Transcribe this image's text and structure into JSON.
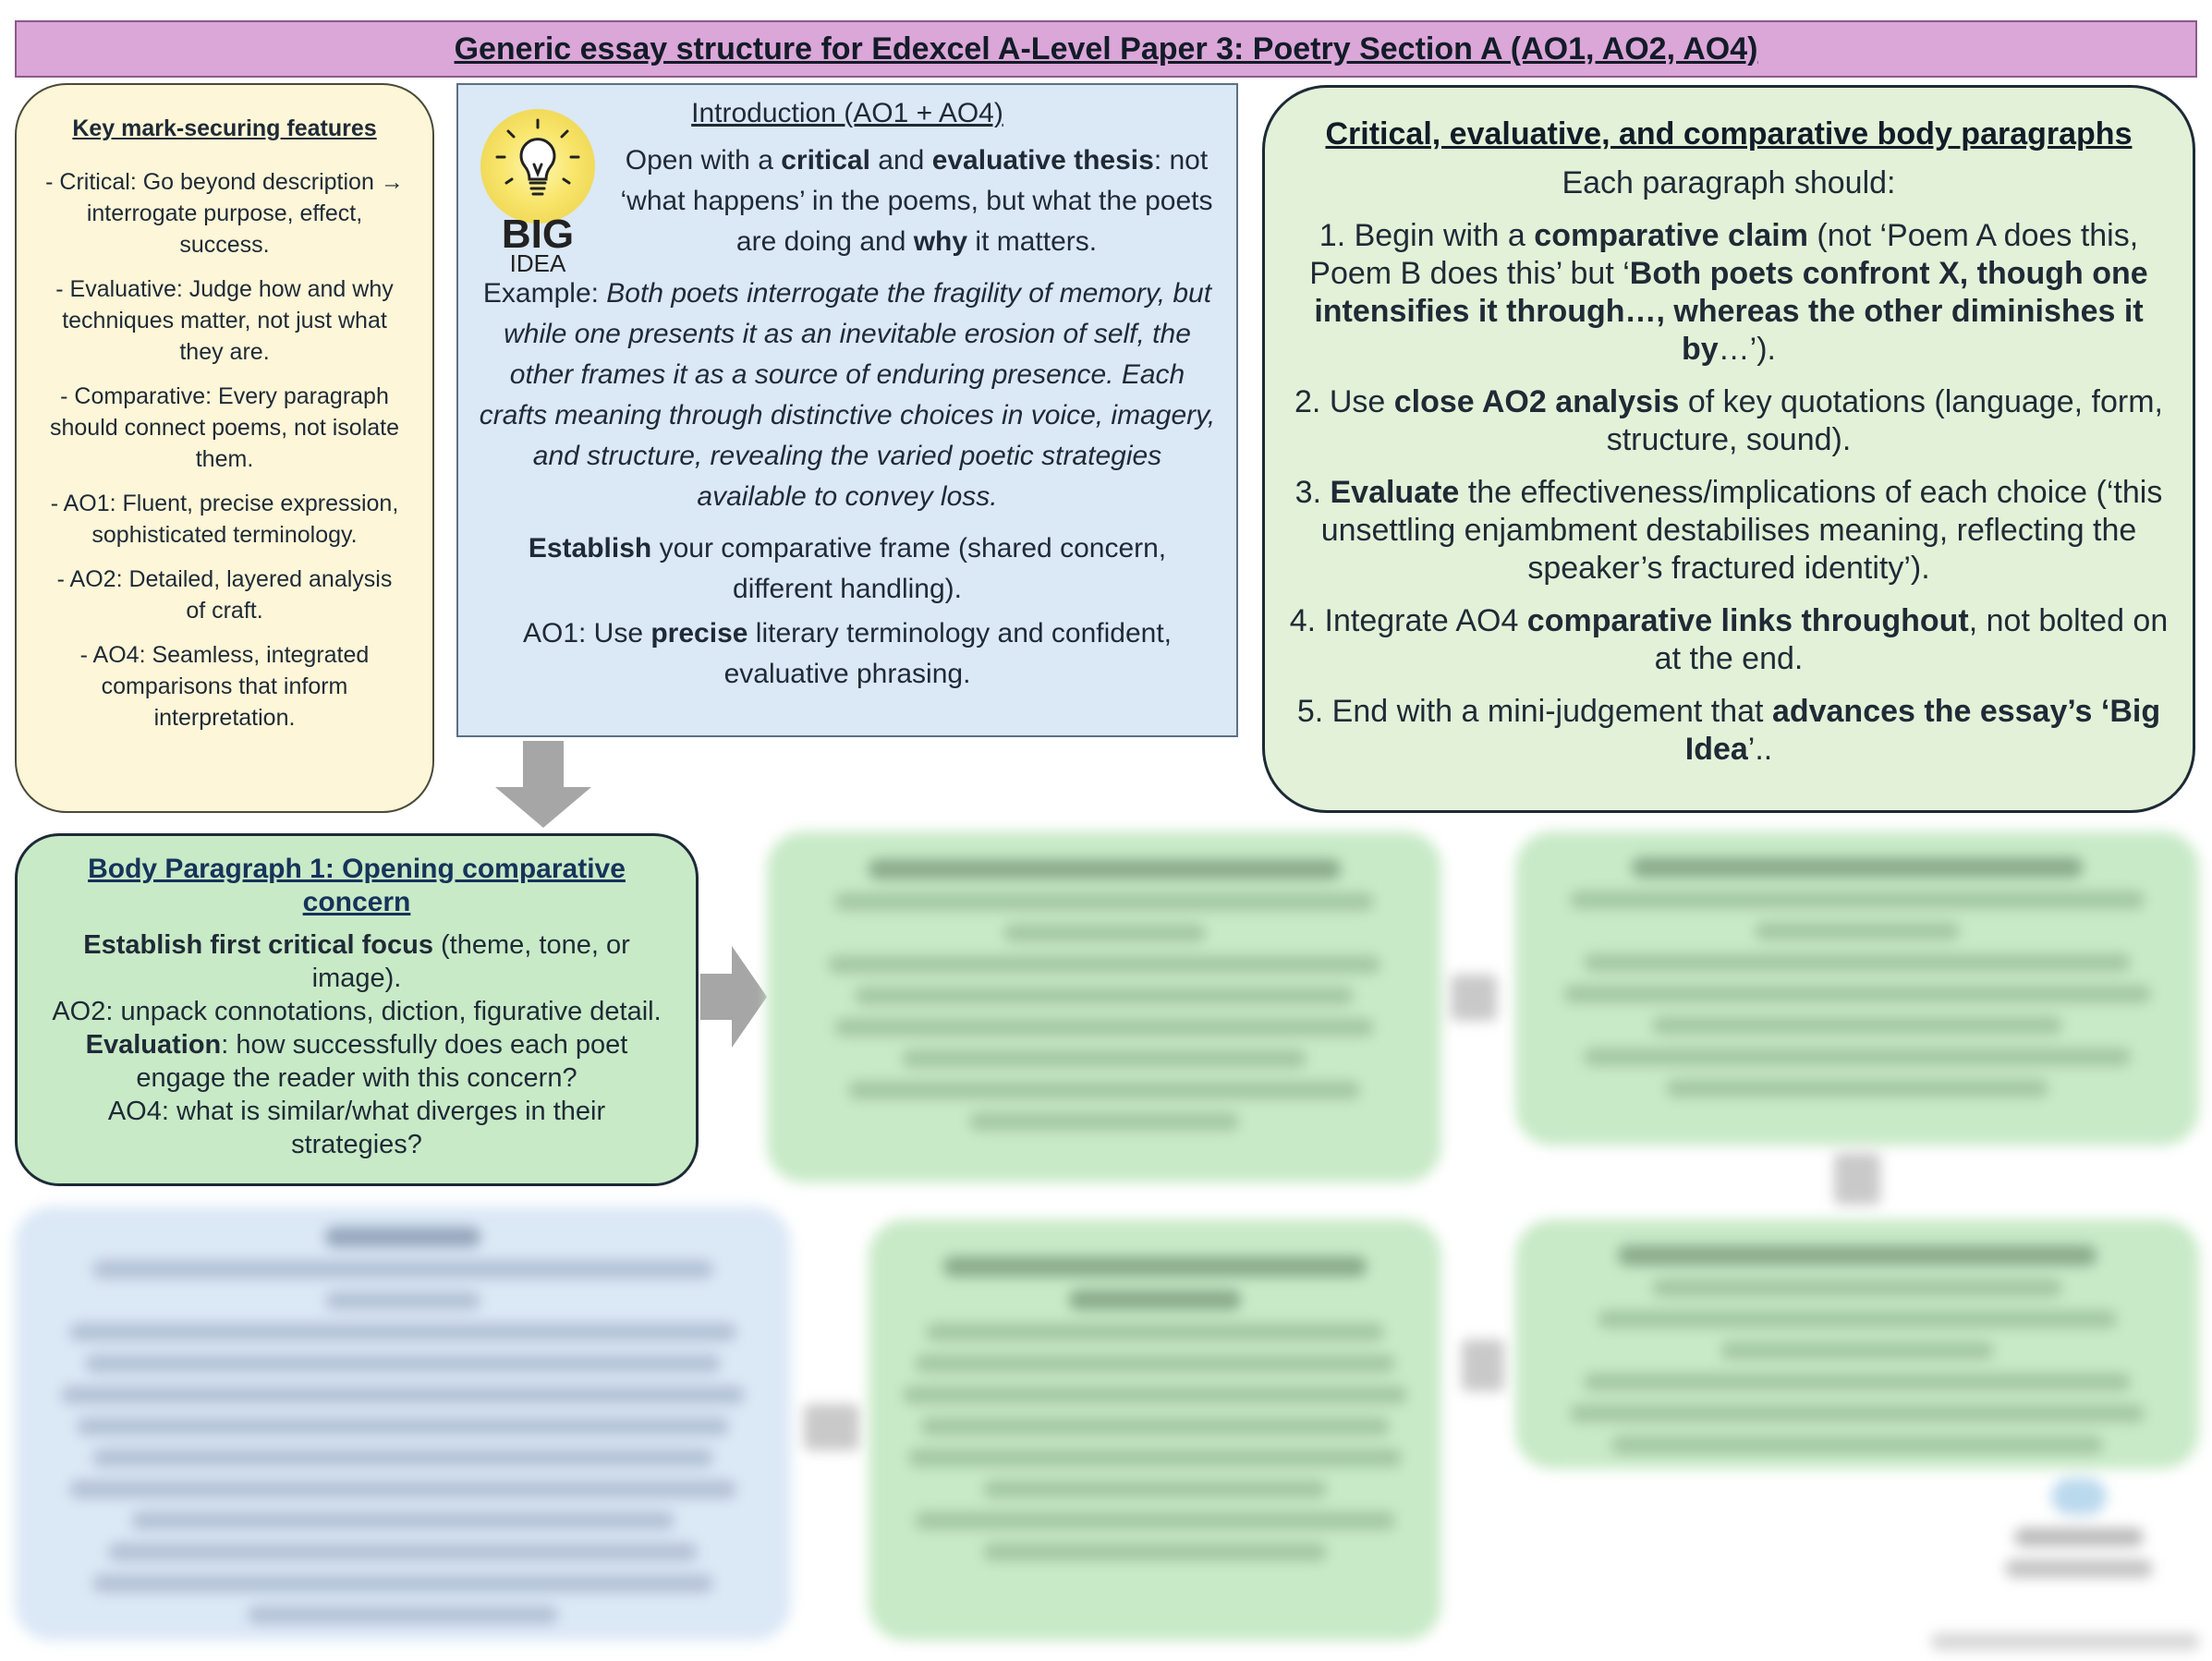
{
  "title": "Generic essay structure for Edexcel A-Level Paper 3: Poetry Section A (AO1, AO2, AO4)",
  "features": {
    "heading": "Key mark-securing features",
    "items": [
      "- Critical: Go beyond description → interrogate purpose, effect, success.",
      "- Evaluative: Judge how and why techniques matter, not just what they are.",
      "- Comparative: Every paragraph should connect poems, not isolate them.",
      "- AO1: Fluent, precise expression, sophisticated terminology.",
      "- AO2: Detailed, layered analysis of craft.",
      "- AO4: Seamless, integrated comparisons that inform interpretation."
    ]
  },
  "intro": {
    "heading": "Introduction (AO1 + AO4)",
    "big_idea": {
      "top": "BIG",
      "bottom": "IDEA"
    },
    "lead": {
      "p1": "Open with a ",
      "b1": "critical",
      "p2": " and ",
      "b2": "evaluative thesis",
      "p3": ": not ‘what happens’ in the poems, but what the poets are doing and ",
      "b3": "why",
      "p4": " it matters."
    },
    "example_label": "Example: ",
    "example_text": "Both poets interrogate the fragility of memory, but while one presents it as an inevitable erosion of self, the other frames it as a source of enduring presence. Each crafts meaning through distinctive choices in voice, imagery, and structure, revealing the varied poetic strategies available to convey loss.",
    "establish": {
      "b": "Establish",
      "rest": " your comparative frame (shared concern, different handling)."
    },
    "ao1": {
      "p1": "AO1: Use ",
      "b": "precise",
      "p2": " literary terminology and confident, evaluative phrasing."
    }
  },
  "critical": {
    "heading": "Critical, evaluative, and comparative body paragraphs",
    "subheading": "Each paragraph should:",
    "step1": {
      "p1": "1. Begin with a ",
      "b1": "comparative claim",
      "p2": " (not ‘Poem A does this, Poem B does this’ but ‘",
      "b2": "Both poets confront X, though one intensifies it through…, whereas the other diminishes it by",
      "p3": "…’)."
    },
    "step2": {
      "p1": "2. Use ",
      "b1": "close AO2 analysis",
      "p2": " of key quotations (language, form, structure, sound)."
    },
    "step3": {
      "p1": "3. ",
      "b1": "Evaluate",
      "p2": " the effectiveness/implications of each choice (‘this unsettling enjambment destabilises meaning, reflecting the speaker’s fractured identity’)."
    },
    "step4": {
      "p1": "4. Integrate AO4 ",
      "b1": "comparative links throughout",
      "p2": ", not bolted on at the end."
    },
    "step5": {
      "p1": "5. End with a mini-judgement that ",
      "b1": "advances the essay’s ‘Big Idea",
      "p2": "’.."
    }
  },
  "bp1": {
    "heading": "Body Paragraph 1: Opening comparative concern",
    "line1": {
      "b": "Establish first critical focus",
      "rest": " (theme, tone, or image)."
    },
    "line2": "AO2: unpack connotations, diction, figurative detail.",
    "line3": {
      "b": "Evaluation",
      "rest": ": how successfully does each poet engage the reader with this concern?"
    },
    "line4": "AO4: what is similar/what diverges in their strategies?"
  },
  "colors": {
    "title_bg": "#dba6d8",
    "features_bg": "#fdf6d8",
    "intro_bg": "#dbe8f6",
    "critical_bg": "#e3f1d8",
    "body_bg": "#c8eac7",
    "arrow": "#a6a6a6"
  }
}
